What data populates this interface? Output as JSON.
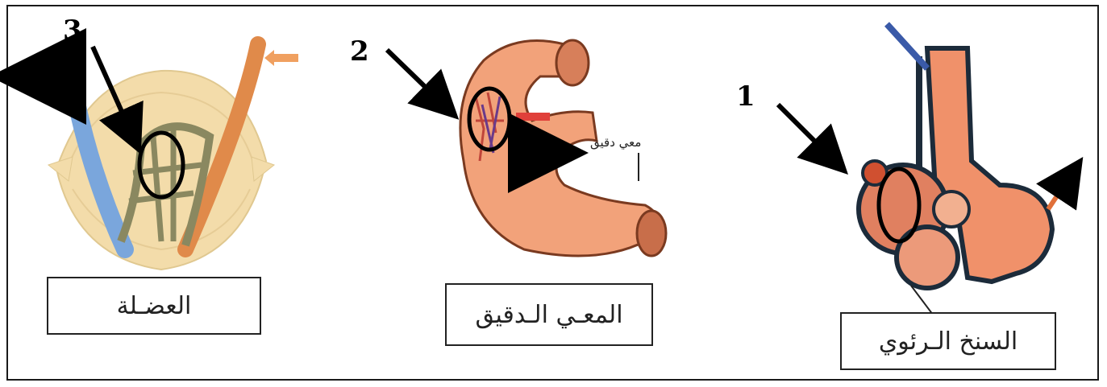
{
  "panels": [
    {
      "number": "3",
      "caption": "العضـلة"
    },
    {
      "number": "2",
      "caption": "المعـي الـدقيق",
      "annotation": "معي دقيق"
    },
    {
      "number": "1",
      "caption": "السنخ الـرئوي"
    }
  ],
  "colors": {
    "artery": "#e07a3a",
    "vein": "#6f9ed8",
    "muscle": "#f0d9a8",
    "intestine": "#f0a070",
    "alveolus": "#f0916a",
    "outline": "#1c2b3a",
    "highlight_ring": "#000000"
  }
}
